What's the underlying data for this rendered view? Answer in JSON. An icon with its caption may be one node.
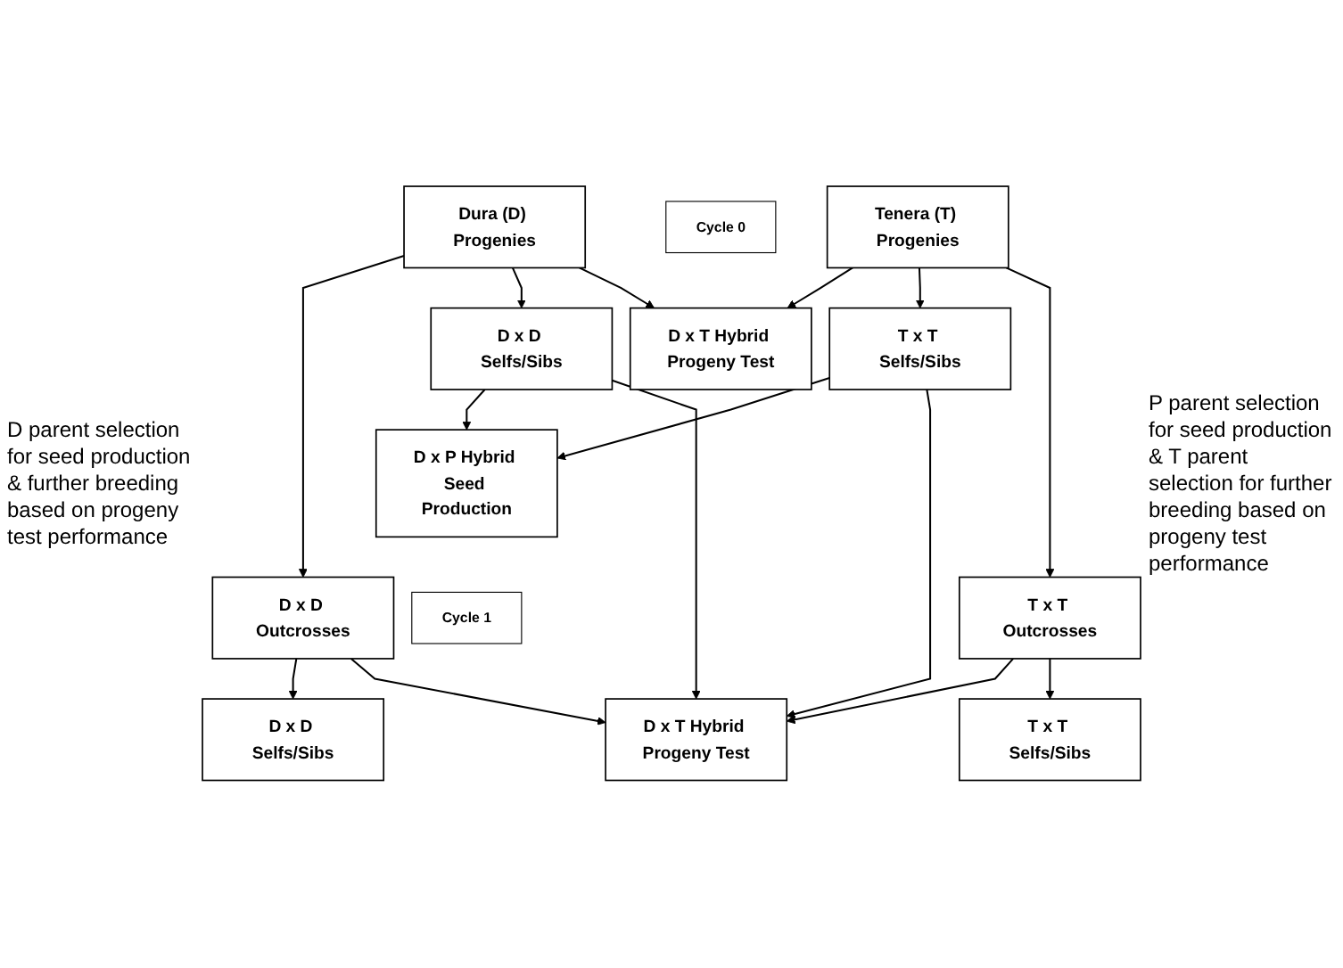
{
  "diagram": {
    "nodes": [
      {
        "text": [
          "Dura (D) Progenies"
        ]
      },
      {
        "text": [
          "Tenera (T) Progenies"
        ]
      },
      {
        "text": [
          "Cycle 0"
        ]
      },
      {
        "text": [
          "D x D Outcrosses"
        ]
      },
      {
        "text": [
          "D x D Selfs/Sibs"
        ]
      },
      {
        "text": [
          "D x T Hybrid Progeny Test"
        ]
      },
      {
        "text": [
          "T x T Selfs/Sibs"
        ]
      },
      {
        "text": [
          "T x T Outcrosses"
        ]
      },
      {
        "text": [
          "D x P Hybrid Seed Production"
        ]
      },
      {
        "text": [
          "Cycle 1"
        ]
      },
      {
        "text": [
          "D x D Selfs/Sibs"
        ]
      },
      {
        "text": [
          "D x T Hybrid Progeny Test"
        ]
      },
      {
        "text": [
          "T x T Selfs/Sibs"
        ]
      }
    ],
    "edges": [
      {
        "from": 0,
        "to": 3,
        "arrow": "to"
      },
      {
        "from": 0,
        "to": 4,
        "arrow": "to"
      },
      {
        "from": 0,
        "to": 5,
        "arrow": "to"
      },
      {
        "from": 1,
        "to": 5,
        "arrow": "to"
      },
      {
        "from": 1,
        "to": 6,
        "arrow": "to"
      },
      {
        "from": 1,
        "to": 7,
        "arrow": "to"
      },
      {
        "from": 3,
        "to": 10,
        "arrow": "to"
      },
      {
        "from": 3,
        "to": 11,
        "arrow": "to"
      },
      {
        "from": 4,
        "to": 8,
        "arrow": "to"
      },
      {
        "from": 4,
        "to": 11,
        "arrow": "to"
      },
      {
        "from": 6,
        "to": 8,
        "arrow": "to"
      },
      {
        "from": 6,
        "to": 11,
        "arrow": "to"
      },
      {
        "from": 7,
        "to": 11,
        "arrow": "to"
      },
      {
        "from": 7,
        "to": 12,
        "arrow": "to"
      }
    ],
    "labels": [
      "D parent selection for seed production & further breeding based on progeny test performance",
      "P parent selection for seed production & T parent selection for further breeding based on progeny test performance"
    ]
  }
}
